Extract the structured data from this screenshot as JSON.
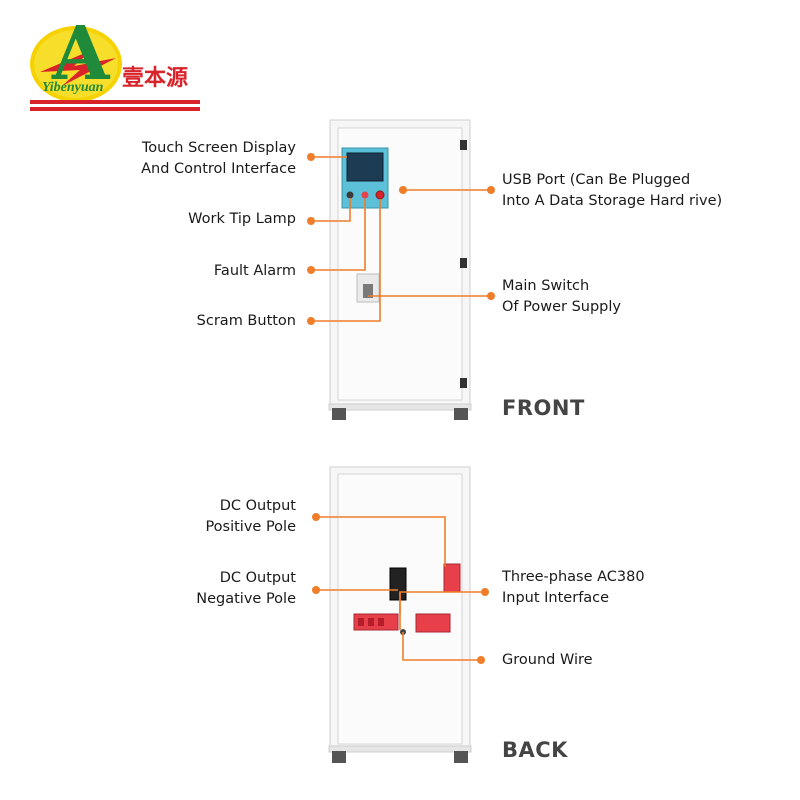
{
  "brand": {
    "letter": "A",
    "latin": "Yibenyuan",
    "chinese": "壹本源"
  },
  "views": {
    "front": "FRONT",
    "back": "BACK"
  },
  "callouts": {
    "touch_screen": [
      "Touch Screen Display",
      "And Control Interface"
    ],
    "work_tip_lamp": [
      "Work Tip Lamp"
    ],
    "fault_alarm": [
      "Fault Alarm"
    ],
    "scram_button": [
      "Scram Button"
    ],
    "usb_port": [
      "USB Port (Can Be Plugged",
      "Into A Data Storage Hard rive)"
    ],
    "main_switch": [
      "Main Switch",
      "Of Power Supply"
    ],
    "dc_positive": [
      "DC Output",
      "Positive Pole"
    ],
    "dc_negative": [
      "DC Output",
      "Negative Pole"
    ],
    "ac_input": [
      "Three-phase AC380",
      "Input Interface"
    ],
    "ground_wire": [
      "Ground Wire"
    ]
  },
  "colors": {
    "callout": "#f07d2a",
    "logo_sun": "#f5d200",
    "logo_green": "#1f8a3a",
    "logo_red": "#d8232a",
    "cabinet": "#f2f2f2",
    "panel": "#5bc0d8",
    "terminal_red": "#e8404a"
  }
}
